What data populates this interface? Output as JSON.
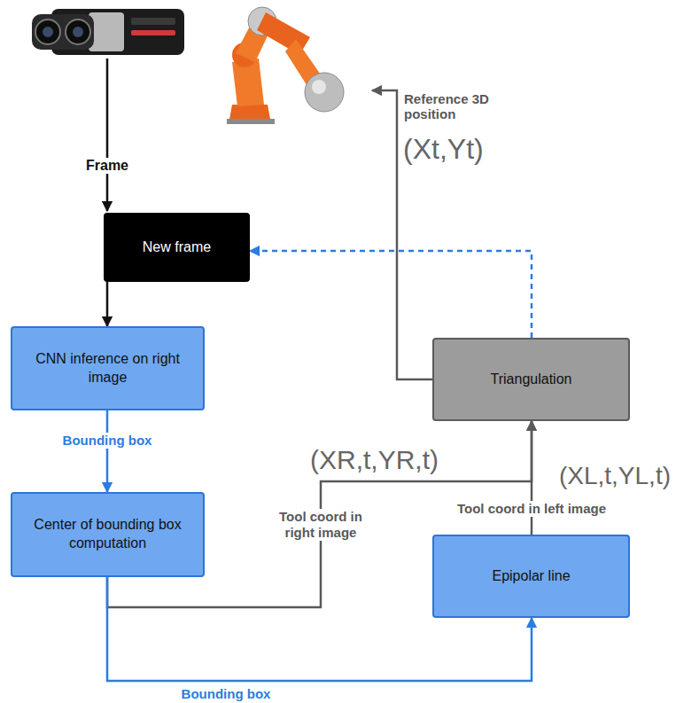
{
  "diagram": {
    "nodes": [
      {
        "text": [
          "New frame"
        ]
      },
      {
        "text": [
          "CNN inference on right image"
        ]
      },
      {
        "text": [
          "Center of bounding box computation"
        ]
      },
      {
        "text": [
          "Triangulation"
        ]
      },
      {
        "text": [
          "Epipolar line"
        ]
      }
    ],
    "edges": [
      {
        "from": 0,
        "to": 1,
        "arrow": "to"
      },
      {
        "from": 1,
        "to": 2,
        "label": "Bounding box",
        "arrow": "to"
      },
      {
        "from": 2,
        "to": 3,
        "label": "Tool coord in right image",
        "arrow": "to"
      },
      {
        "from": 2,
        "to": 4,
        "label": "Bounding box",
        "arrow": "to"
      },
      {
        "from": 4,
        "to": 3,
        "label": "Tool coord in left image",
        "arrow": "to"
      },
      {
        "from": 3,
        "to": 0,
        "arrow": "to"
      }
    ],
    "labels": [
      "Frame",
      "Reference 3D position",
      "(Xt,Yt)",
      "(XR,t,YR,t)",
      "(XL,t,YL,t)"
    ]
  }
}
